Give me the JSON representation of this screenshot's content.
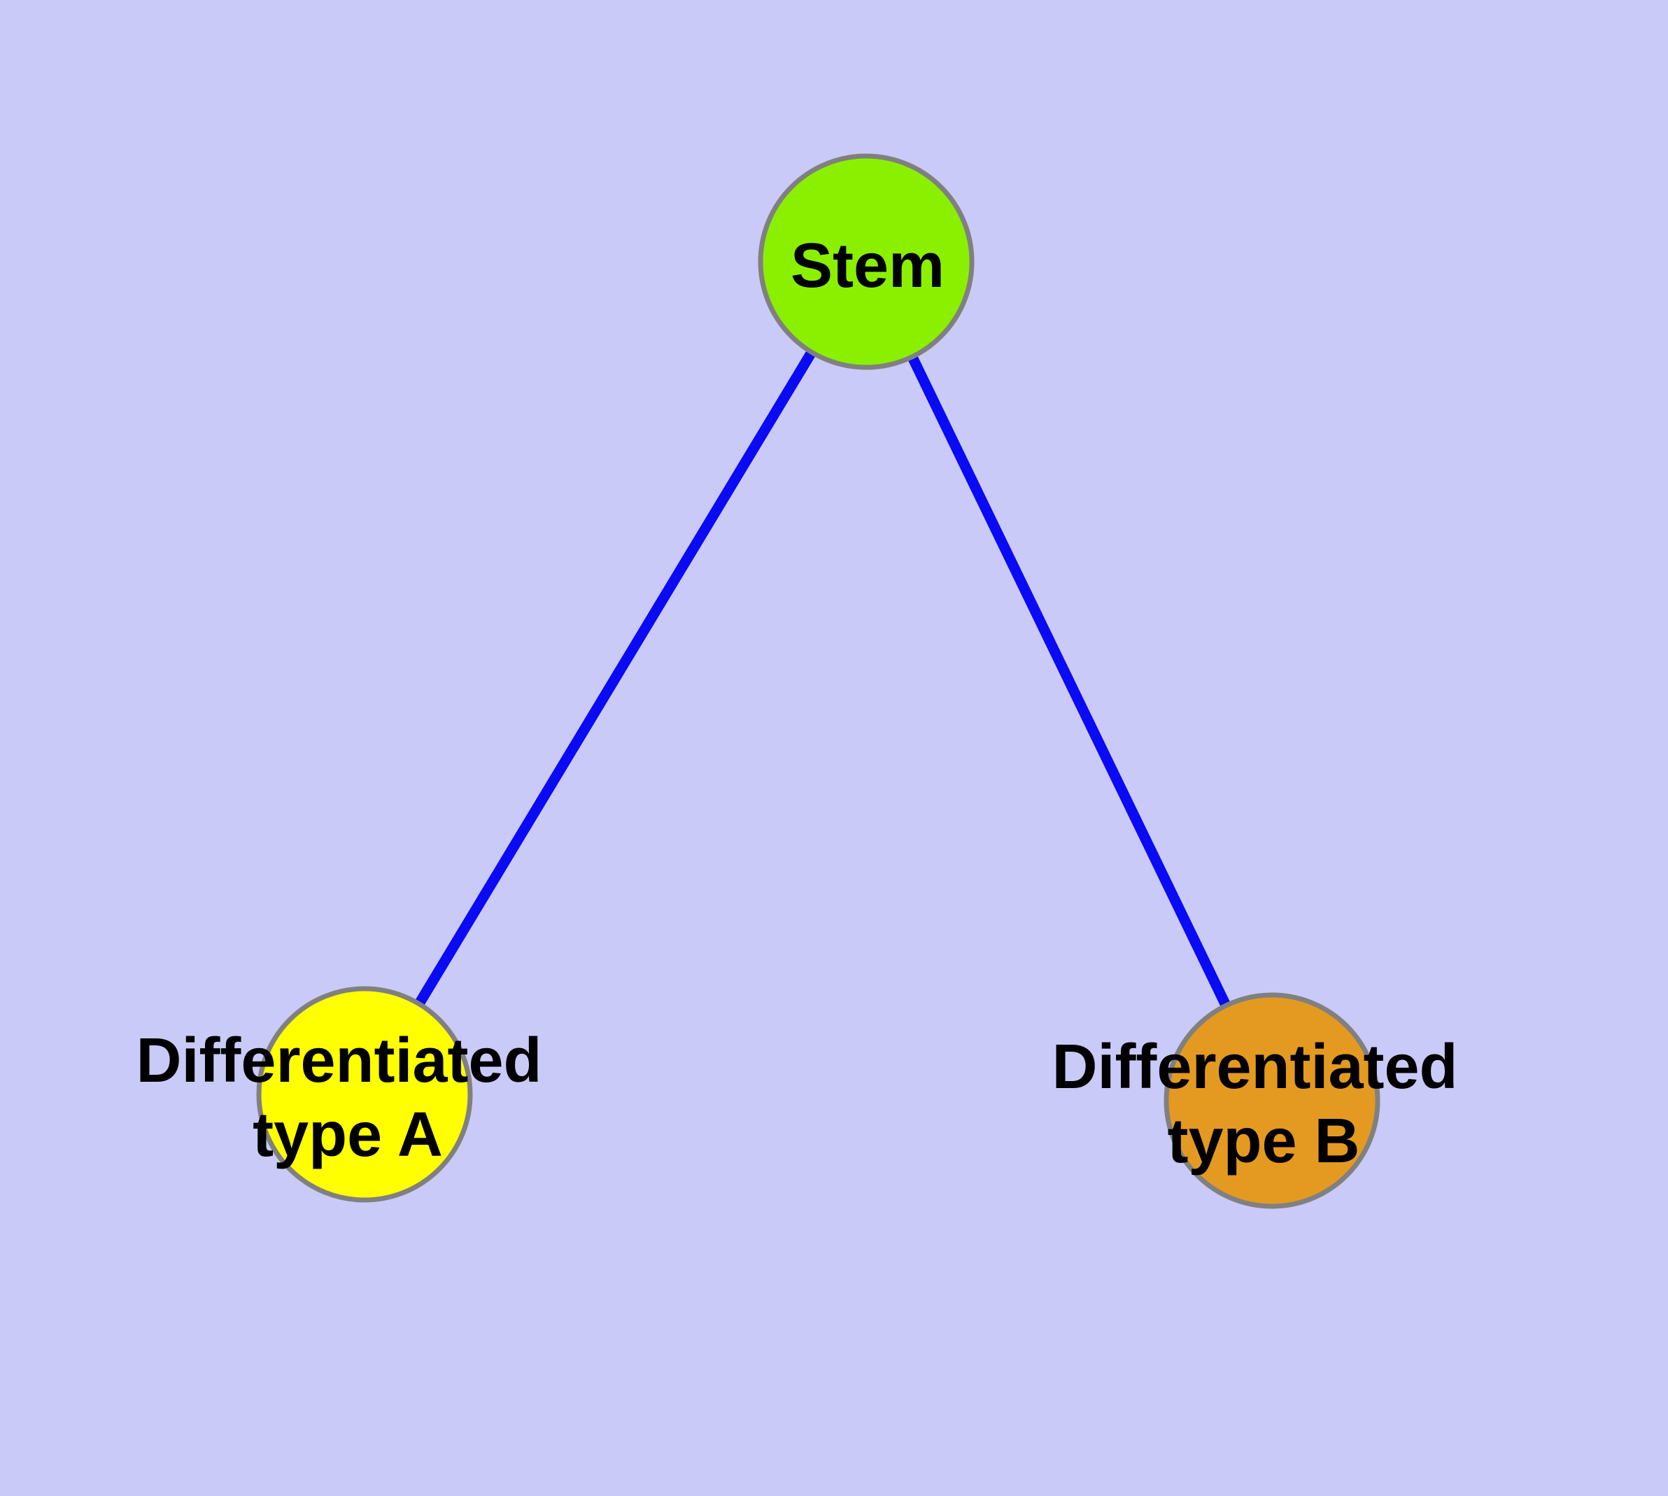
{
  "diagram": {
    "type": "graph",
    "background_color": "#CACAF8",
    "edge_color": "#0A0AF5",
    "edge_width": 15,
    "node_border_color": "#808080",
    "label_color": "#000000",
    "nodes": [
      {
        "id": "stem",
        "label": "Stem",
        "lines": [
          "Stem"
        ],
        "fill": "#8BF000"
      },
      {
        "id": "differentiated-type-a",
        "label": "Differentiated type A",
        "lines": [
          "Differentiated",
          "type A"
        ],
        "fill": "#FFFF00"
      },
      {
        "id": "differentiated-type-b",
        "label": "Differentiated type B",
        "lines": [
          "Differentiated",
          "type B"
        ],
        "fill": "#E49A20"
      }
    ],
    "edges": [
      {
        "from": "Stem",
        "to": "Differentiated type A"
      },
      {
        "from": "Stem",
        "to": "Differentiated type B"
      }
    ]
  }
}
